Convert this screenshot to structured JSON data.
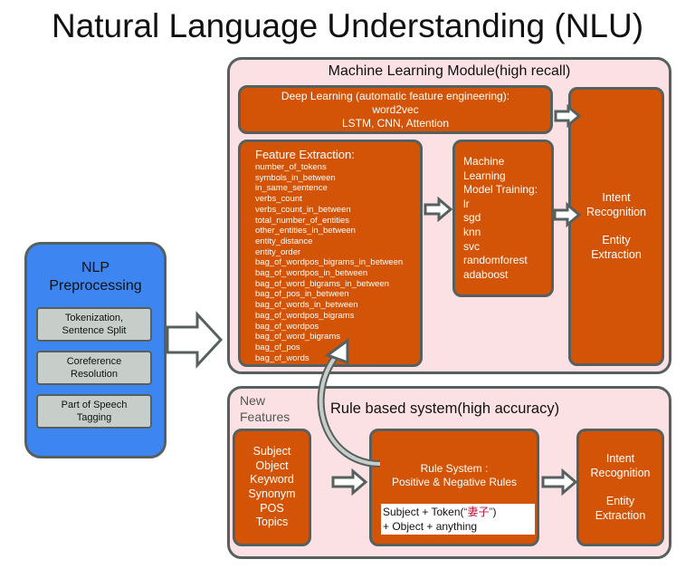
{
  "title": "Natural Language Understanding (NLU)",
  "ml_module": {
    "title": "Machine Learning Module(high recall)",
    "deep_learning": [
      "Deep Learning (automatic feature engineering):",
      "word2vec",
      "LSTM, CNN, Attention"
    ],
    "feature_extraction": {
      "title": "Feature Extraction:",
      "items": [
        "number_of_tokens",
        "symbols_in_between",
        "in_same_sentence",
        "verbs_count",
        "verbs_count_in_between",
        "total_number_of_entities",
        "other_entities_in_between",
        "entity_distance",
        "entity_order",
        "bag_of_wordpos_bigrams_in_between",
        "bag_of_wordpos_in_between",
        "bag_of_word_bigrams_in_between",
        "bag_of_pos_in_between",
        "bag_of_words_in_between",
        "bag_of_wordpos_bigrams",
        "bag_of_wordpos",
        "bag_of_word_bigrams",
        "bag_of_pos",
        "bag_of_words"
      ]
    },
    "training": [
      "Machine",
      "Learning",
      "Model Training:",
      "lr",
      "sgd",
      "knn",
      "svc",
      "randomforest",
      "adaboost"
    ],
    "output": {
      "line1": "Intent",
      "line2": "Recognition",
      "line3": "Entity",
      "line4": "Extraction"
    }
  },
  "nlp": {
    "title1": "NLP",
    "title2": "Preprocessing",
    "items": [
      [
        "Tokenization,",
        "Sentence Split"
      ],
      [
        "Coreference",
        "Resolution"
      ],
      [
        "Part of Speech",
        "Tagging"
      ]
    ]
  },
  "rule_module": {
    "title": "Rule based system(high accuracy)",
    "new_features": [
      "New",
      "Features"
    ],
    "features": [
      "Subject",
      "Object",
      "Keyword",
      "Synonym",
      "POS",
      "Topics"
    ],
    "rule_system": [
      "Rule System :",
      "Positive & Negative Rules"
    ],
    "example": {
      "part1": "Subject  +  Token(",
      "token": "“妻子”",
      "part2": ")",
      "line2": "+  Object  +  anything"
    },
    "output": {
      "line1": "Intent",
      "line2": "Recognition",
      "line3": "Entity",
      "line4": "Extraction"
    }
  },
  "colors": {
    "orange": "#d35406",
    "pink": "#fbe1e3",
    "blue": "#3d86f2",
    "border": "#56605f",
    "token_red": "#c0143c"
  }
}
